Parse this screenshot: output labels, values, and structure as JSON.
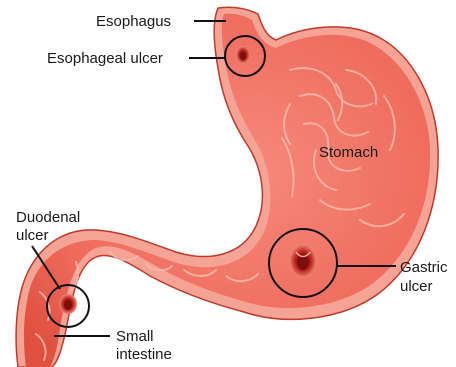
{
  "labels": {
    "esophagus": "Esophagus",
    "esophageal_ulcer": "Esophageal ulcer",
    "stomach": "Stomach",
    "duodenal_ulcer_line1": "Duodenal",
    "duodenal_ulcer_line2": "ulcer",
    "gastric_ulcer_line1": "Gastric",
    "gastric_ulcer_line2": "ulcer",
    "small_intestine_line1": "Small",
    "small_intestine_line2": "intestine"
  },
  "colors": {
    "stomach_fill": "#ee6a5c",
    "stomach_rim": "#f4a394",
    "stomach_edge": "#c0392b",
    "fold": "#f8b9ad",
    "ulcer": "#b8201a",
    "ulcer_core": "#7a0f0c",
    "leader": "#111111"
  }
}
